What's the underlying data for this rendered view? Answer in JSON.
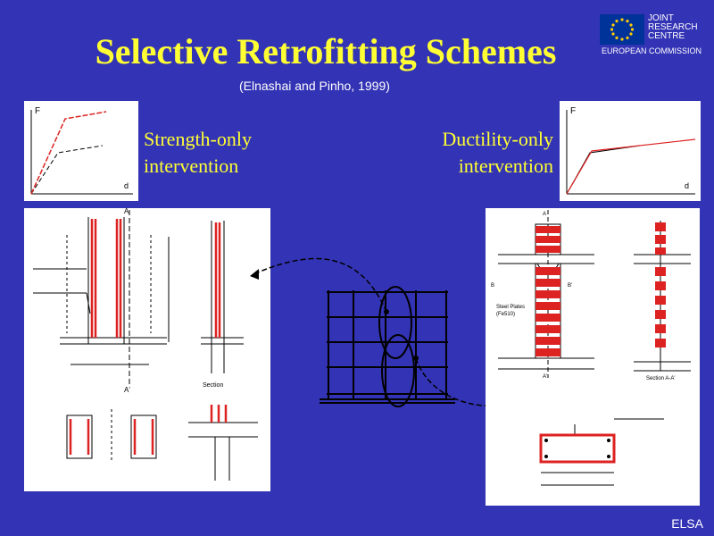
{
  "slide": {
    "title": "Selective Retrofitting Schemes",
    "subtitle": "(Elnashai and Pinho, 1999)",
    "strength_label_line1": "Strength-only",
    "strength_label_line2": "intervention",
    "ductility_label_line1": "Ductility-only",
    "ductility_label_line2": "intervention",
    "footer": "ELSA"
  },
  "logo": {
    "line1": "JOINT",
    "line2": "RESEARCH",
    "line3": "CENTRE",
    "line4": "EUROPEAN COMMISSION",
    "flag_color": "#003399",
    "star_color": "#ffcc00"
  },
  "graphs": {
    "force_axis_label": "F",
    "disp_axis_label": "d"
  },
  "drawings": {
    "left_section_label": "Section",
    "right_section_label": "Section A-A'",
    "steel_plates_label_line1": "Steel Plates",
    "steel_plates_label_line2": "(Fe510)",
    "marker_a": "A",
    "marker_a_prime": "A'",
    "marker_b": "B",
    "marker_b_prime": "B'"
  },
  "colors": {
    "background": "#3333b5",
    "title": "#ffff33",
    "retrofit_red": "#dd2222"
  }
}
